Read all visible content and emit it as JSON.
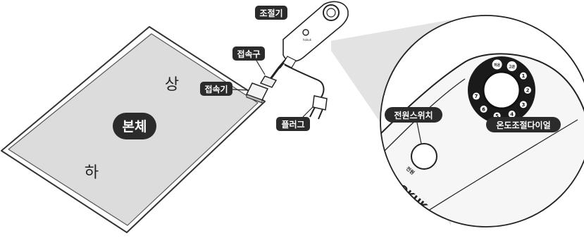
{
  "labels": {
    "controller": "조절기",
    "connector_top": "접속구",
    "connector_bottom": "접속기",
    "plug": "플러그",
    "body": "본체",
    "top_side": "상",
    "bottom_side": "하",
    "power_switch": "전원스위치",
    "temp_dial": "온도조절다이얼"
  },
  "device_text": {
    "brand": "hOKUK",
    "power_mark": "전원",
    "small_brand": "hokuk"
  },
  "dial": {
    "marks": [
      "저온",
      "고온",
      "1",
      "2",
      "3",
      "4",
      "5",
      "6",
      "7"
    ]
  },
  "colors": {
    "pad_fill": "#dcdcdc",
    "pad_outline": "#333333",
    "label_bg": "#2b2b2b",
    "label_text": "#ffffff",
    "zoom_shade": "#dedede"
  }
}
